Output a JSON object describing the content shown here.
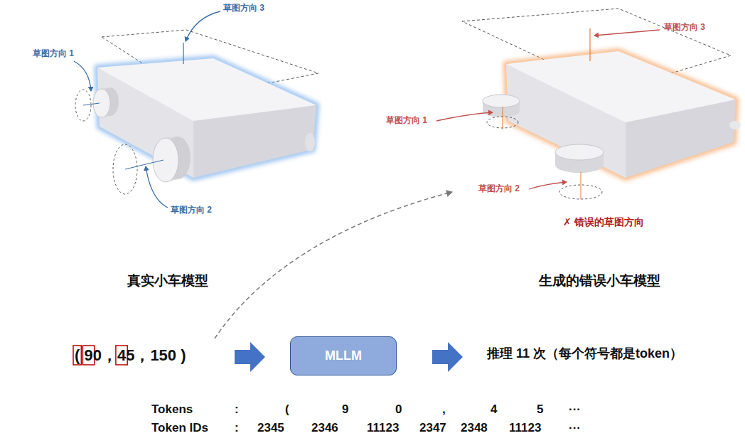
{
  "diagram": {
    "nodes": [
      {
        "text": [
          "MLLM"
        ]
      }
    ],
    "labels": [
      "草图方向 3",
      "草图方向 1",
      "草图方向 2",
      "草图方向 3",
      "草图方向 1",
      "草图方向 2",
      "✗ 错误的草图方向",
      "真实小车模型",
      "生成的错误小车模型",
      "( 90，45，150 )",
      "推理 11 次（每个符号都是token）",
      "Tokens",
      ":",
      "(",
      "9",
      "0",
      ",",
      "4",
      "5",
      "···",
      "Token IDs",
      ":",
      "2345",
      "2346",
      "11123",
      "2347",
      "2348",
      "11123",
      "···"
    ]
  }
}
